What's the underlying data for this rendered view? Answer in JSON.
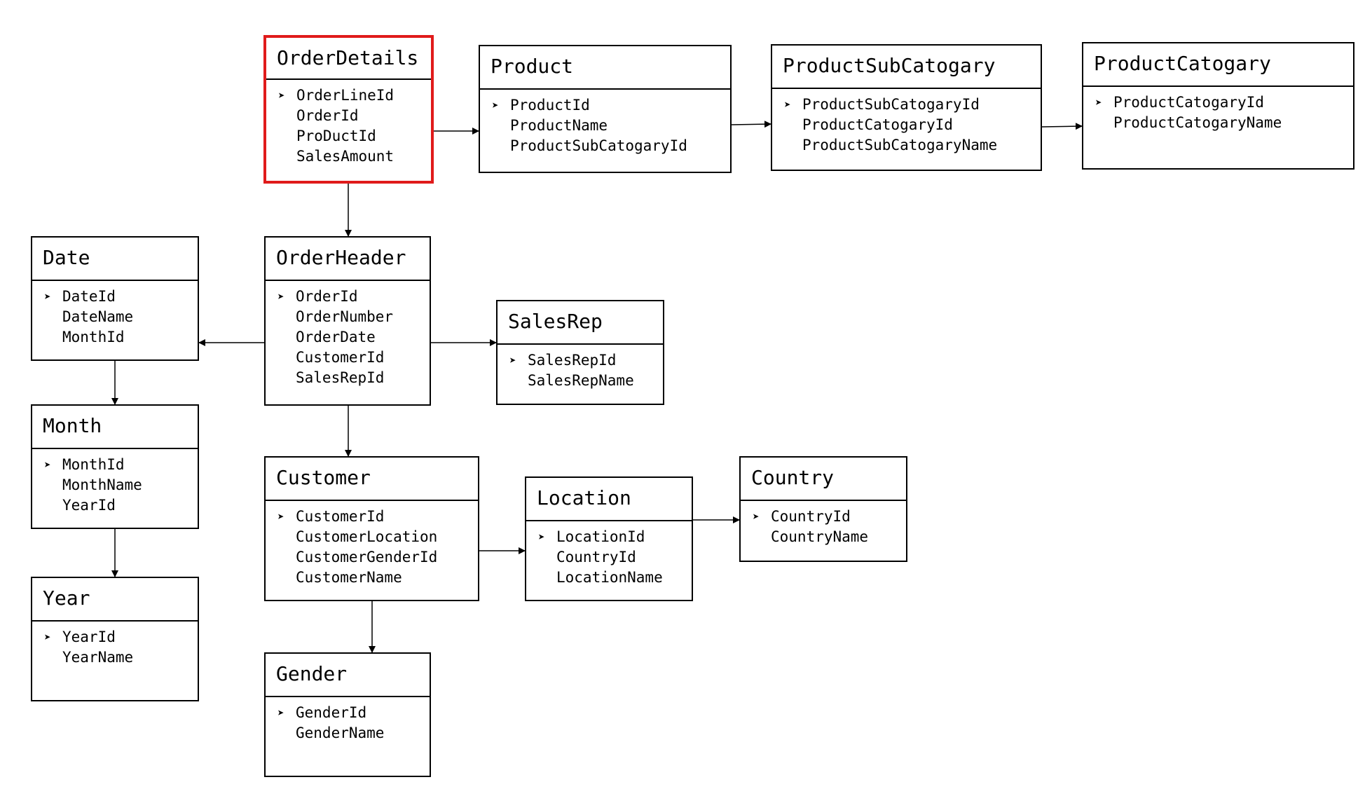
{
  "colors": {
    "highlight": "#e01b1b",
    "line": "#000000"
  },
  "entities": [
    {
      "id": "orderdetails",
      "title": "OrderDetails",
      "fields": [
        "OrderLineId",
        "OrderId",
        "ProDuctId",
        "SalesAmount"
      ],
      "highlighted": true
    },
    {
      "id": "product",
      "title": "Product",
      "fields": [
        "ProductId",
        "ProductName",
        "ProductSubCatogaryId"
      ]
    },
    {
      "id": "productsubcatogary",
      "title": "ProductSubCatogary",
      "fields": [
        "ProductSubCatogaryId",
        "ProductCatogaryId",
        "ProductSubCatogaryName"
      ]
    },
    {
      "id": "productcatogary",
      "title": "ProductCatogary",
      "fields": [
        "ProductCatogaryId",
        "ProductCatogaryName"
      ]
    },
    {
      "id": "date",
      "title": "Date",
      "fields": [
        "DateId",
        "DateName",
        "MonthId"
      ]
    },
    {
      "id": "orderheader",
      "title": "OrderHeader",
      "fields": [
        "OrderId",
        "OrderNumber",
        "OrderDate",
        "CustomerId",
        "SalesRepId"
      ]
    },
    {
      "id": "salesrep",
      "title": "SalesRep",
      "fields": [
        "SalesRepId",
        "SalesRepName"
      ]
    },
    {
      "id": "month",
      "title": "Month",
      "fields": [
        "MonthId",
        "MonthName",
        "YearId"
      ]
    },
    {
      "id": "customer",
      "title": "Customer",
      "fields": [
        "CustomerId",
        "CustomerLocation",
        "CustomerGenderId",
        "CustomerName"
      ]
    },
    {
      "id": "location",
      "title": "Location",
      "fields": [
        "LocationId",
        "CountryId",
        "LocationName"
      ]
    },
    {
      "id": "country",
      "title": "Country",
      "fields": [
        "CountryId",
        "CountryName"
      ]
    },
    {
      "id": "year",
      "title": "Year",
      "fields": [
        "YearId",
        "YearName"
      ]
    },
    {
      "id": "gender",
      "title": "Gender",
      "fields": [
        "GenderId",
        "GenderName"
      ]
    }
  ],
  "relationships": [
    {
      "from": "orderdetails",
      "to": "product"
    },
    {
      "from": "product",
      "to": "productsubcatogary"
    },
    {
      "from": "productsubcatogary",
      "to": "productcatogary"
    },
    {
      "from": "orderdetails",
      "to": "orderheader"
    },
    {
      "from": "orderheader",
      "to": "date"
    },
    {
      "from": "orderheader",
      "to": "salesrep"
    },
    {
      "from": "orderheader",
      "to": "customer"
    },
    {
      "from": "date",
      "to": "month"
    },
    {
      "from": "month",
      "to": "year"
    },
    {
      "from": "customer",
      "to": "location"
    },
    {
      "from": "location",
      "to": "country"
    },
    {
      "from": "customer",
      "to": "gender"
    }
  ]
}
